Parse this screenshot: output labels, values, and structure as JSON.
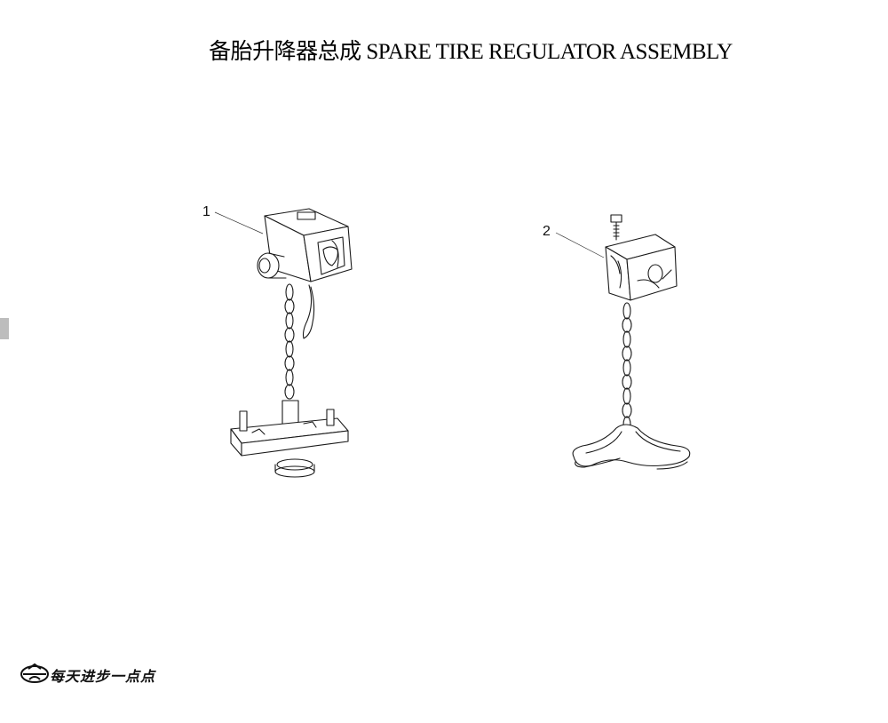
{
  "header": {
    "title_cn": "备胎升降器总成",
    "title_en": "SPARE TIRE REGULATOR ASSEMBLY"
  },
  "callouts": [
    "1",
    "2"
  ],
  "footer": {
    "slogan": "每天进步一点点",
    "logo_icon": "brand-logo-icon"
  },
  "colors": {
    "text": "#000000",
    "line": "#1a1a1a",
    "edge_tab": "#bdbdbd"
  }
}
